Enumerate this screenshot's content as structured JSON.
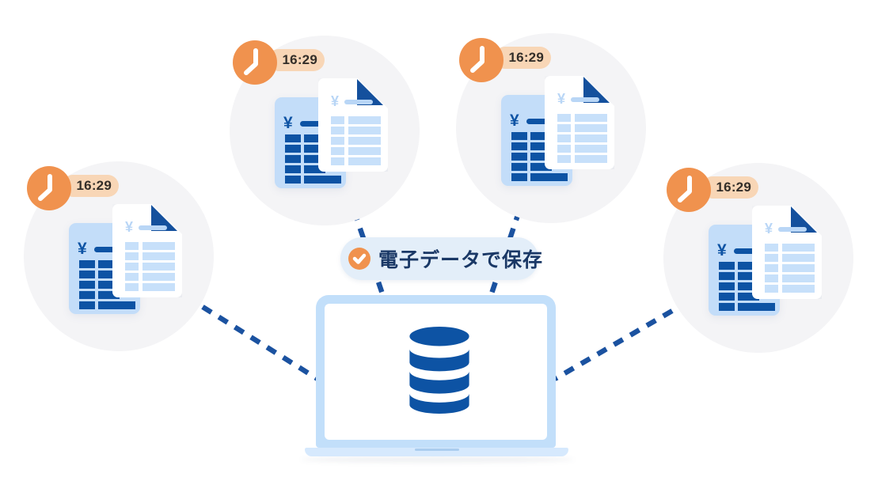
{
  "illustration": {
    "caption": {
      "text": "電子データで保存"
    },
    "currency_symbol": "¥",
    "clusters": [
      {
        "position": "top-left",
        "time": "16:29"
      },
      {
        "position": "top-right",
        "time": "16:29"
      },
      {
        "position": "left",
        "time": "16:29"
      },
      {
        "position": "right",
        "time": "16:29"
      }
    ],
    "icons": {
      "clock": "clock-icon",
      "check": "check-icon",
      "database": "database-icon",
      "folded_corner": "folded-corner",
      "yen": "yen-symbol"
    },
    "colors": {
      "accent_orange": "#F0924E",
      "badge_peach": "#F8D6B6",
      "badge_text": "#332E29",
      "dark_blue": "#0D53A4",
      "fold_blue": "#14509D",
      "navy_text": "#1A3866",
      "light_blue_doc": "#C3DDF9",
      "light_blue_bars": "#C7E0FA",
      "laptop_frame": "#C2DFFA",
      "laptop_base": "#D6E9FD",
      "pill_bg": "#E3EEF9",
      "circle_bg": "#F4F4F6",
      "dash_line": "#1B52A0"
    }
  }
}
